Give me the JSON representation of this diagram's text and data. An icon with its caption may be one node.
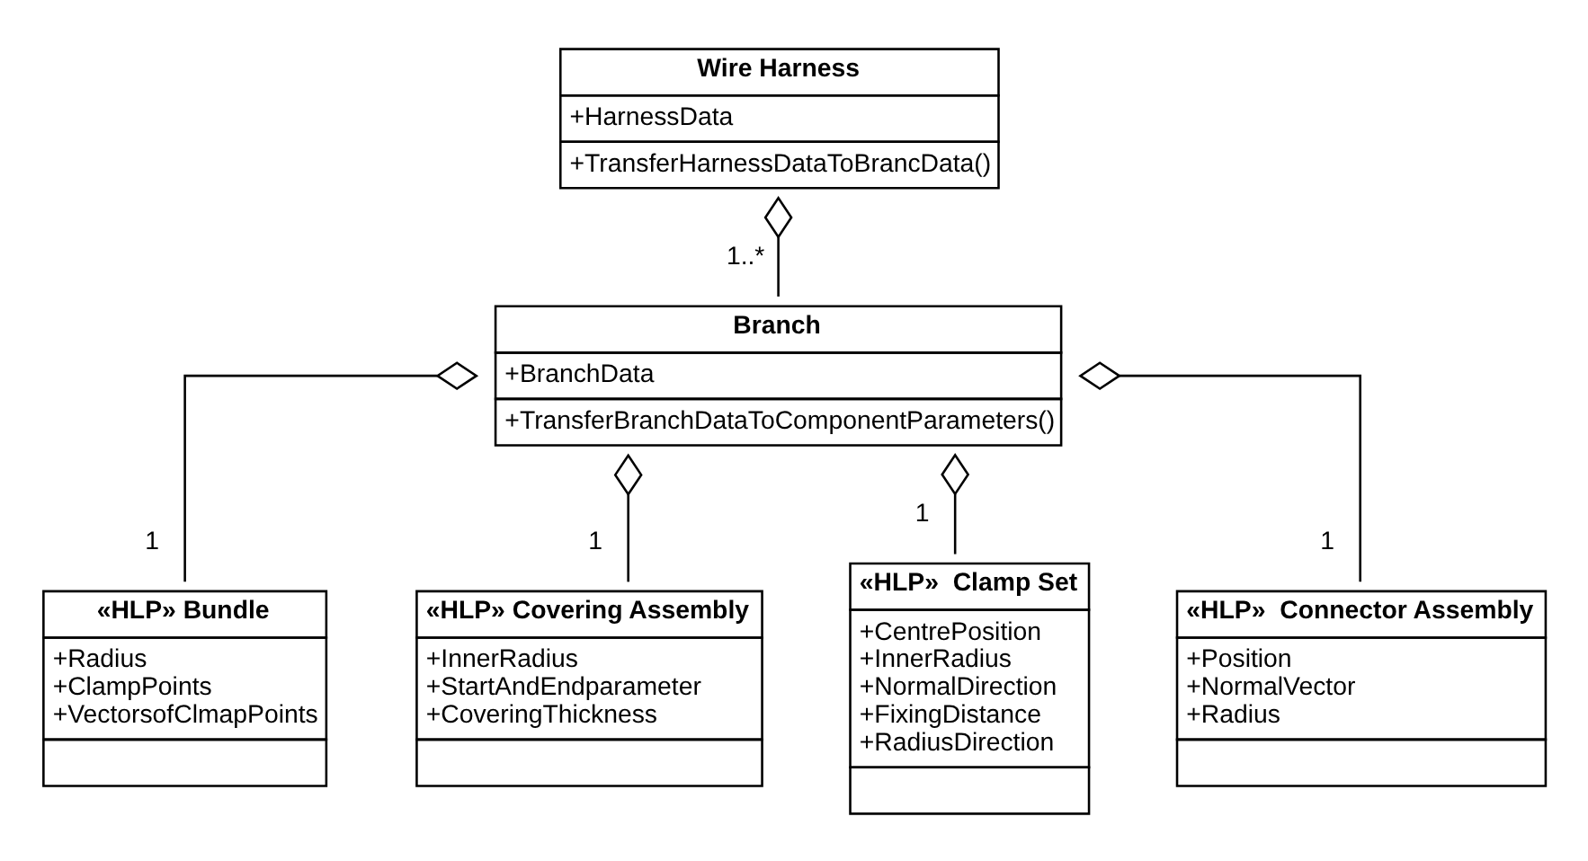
{
  "diagram": {
    "nodes": [
      {
        "text": [
          "Wire Harness",
          "+HarnessData",
          "+TransferHarnessDataToBrancData()"
        ]
      },
      {
        "text": [
          "Branch",
          "+BranchData",
          "+TransferBranchDataToComponentParameters()"
        ]
      },
      {
        "text": [
          "«HLP» Bundle",
          "+Radius",
          "+ClampPoints",
          "+VectorsofClmapPoints"
        ]
      },
      {
        "text": [
          "«HLP» Covering Assembly",
          "+InnerRadius",
          "+StartAndEndparameter",
          "+CoveringThickness"
        ]
      },
      {
        "text": [
          "«HLP»  Clamp Set",
          "+CentrePosition",
          "+InnerRadius",
          "+NormalDirection",
          "+FixingDistance",
          "+RadiusDirection"
        ]
      },
      {
        "text": [
          "«HLP»  Connector Assembly",
          "+Position",
          "+NormalVector",
          "+Radius"
        ]
      }
    ],
    "edges": [
      {
        "from": 1,
        "to": 0,
        "arrow": "other",
        "label": "1..*"
      },
      {
        "from": 2,
        "to": 1,
        "arrow": "other",
        "label": "1"
      },
      {
        "from": 3,
        "to": 1,
        "arrow": "other",
        "label": "1"
      },
      {
        "from": 4,
        "to": 1,
        "arrow": "other",
        "label": "1"
      },
      {
        "from": 5,
        "to": 1,
        "arrow": "other",
        "label": "1"
      }
    ]
  }
}
